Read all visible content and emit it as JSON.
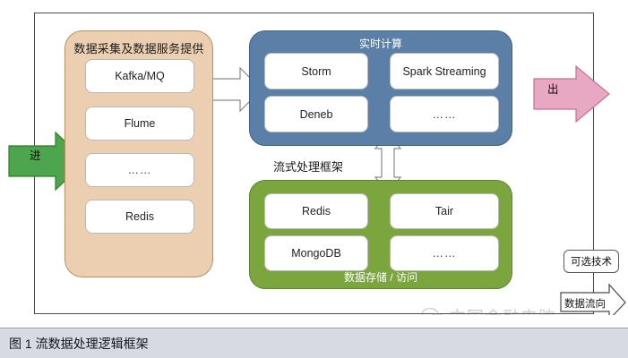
{
  "figure": {
    "caption": "图 1  流数据处理逻辑框架",
    "watermark_text": "中国金融电脑"
  },
  "flow_arrows": {
    "inbound_label": "进",
    "inbound_color": "#4da64d",
    "outbound_label": "出",
    "outbound_color": "#e8a7c3"
  },
  "middle_label": "流式处理框架",
  "groups": {
    "collection": {
      "title": "数据采集及数据服务提供",
      "color": "#eccfb0",
      "items": [
        {
          "label": "Kafka/MQ"
        },
        {
          "label": "Flume"
        },
        {
          "label": "……"
        },
        {
          "label": "Redis"
        }
      ]
    },
    "compute": {
      "title": "实时计算",
      "color": "#5b7fa6",
      "items": [
        {
          "label": "Storm"
        },
        {
          "label": "Spark Streaming"
        },
        {
          "label": "Deneb"
        },
        {
          "label": "……"
        }
      ]
    },
    "storage": {
      "title": "数据存储 / 访问",
      "color": "#7ba63e",
      "items": [
        {
          "label": "Redis"
        },
        {
          "label": "Tair"
        },
        {
          "label": "MongoDB"
        },
        {
          "label": "……"
        }
      ]
    }
  },
  "legend": {
    "optional_tech": "可选技术",
    "data_flow": "数据流向"
  }
}
